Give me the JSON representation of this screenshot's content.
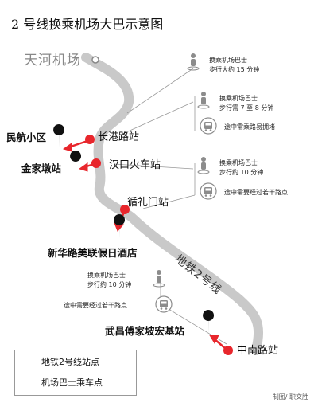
{
  "title": "2 号线换乘机场大巴示意图",
  "airport": "天河机场",
  "line_label": "地铁2号线",
  "stations": [
    {
      "id": "changgang",
      "name": "长港路站"
    },
    {
      "id": "hankou",
      "name": "汉口火车站"
    },
    {
      "id": "fanli",
      "name": "循礼门站"
    },
    {
      "id": "zhongnan",
      "name": "中南路站"
    }
  ],
  "bus_stops": [
    {
      "id": "minhang",
      "name": "民航小区"
    },
    {
      "id": "jinjiadun",
      "name": "金家墩站"
    },
    {
      "id": "xinhua",
      "name": "新华路美联假日酒店"
    },
    {
      "id": "wuchang",
      "name": "武昌傅家坡宏基站"
    }
  ],
  "notes": {
    "airport_walk": [
      "换乘机场巴士",
      "步行大约 15 分钟"
    ],
    "changgang_walk": [
      "换乘机场巴士",
      "步行需 7 至 8 分钟"
    ],
    "changgang_bus": "途中需乘路易拥堵",
    "hankou_walk": [
      "换乘机场巴士",
      "步行约 10 分钟"
    ],
    "hankou_bus": "途中需要经过若干路点",
    "zhongnan_walk": [
      "换乘机场巴士",
      "步行约 10 分钟"
    ],
    "zhongnan_bus": "途中需要经过若干路点"
  },
  "legend": {
    "metro": "地铁2号线站点",
    "bus": "机场巴士乘车点"
  },
  "credit": "制图/ 职文胜",
  "colors": {
    "metro_line": "#c9c9c9",
    "station_red": "#e8262c",
    "arrow_red": "#e8262c",
    "bus_black": "#111111",
    "icon_grey": "#8c8c8c"
  }
}
